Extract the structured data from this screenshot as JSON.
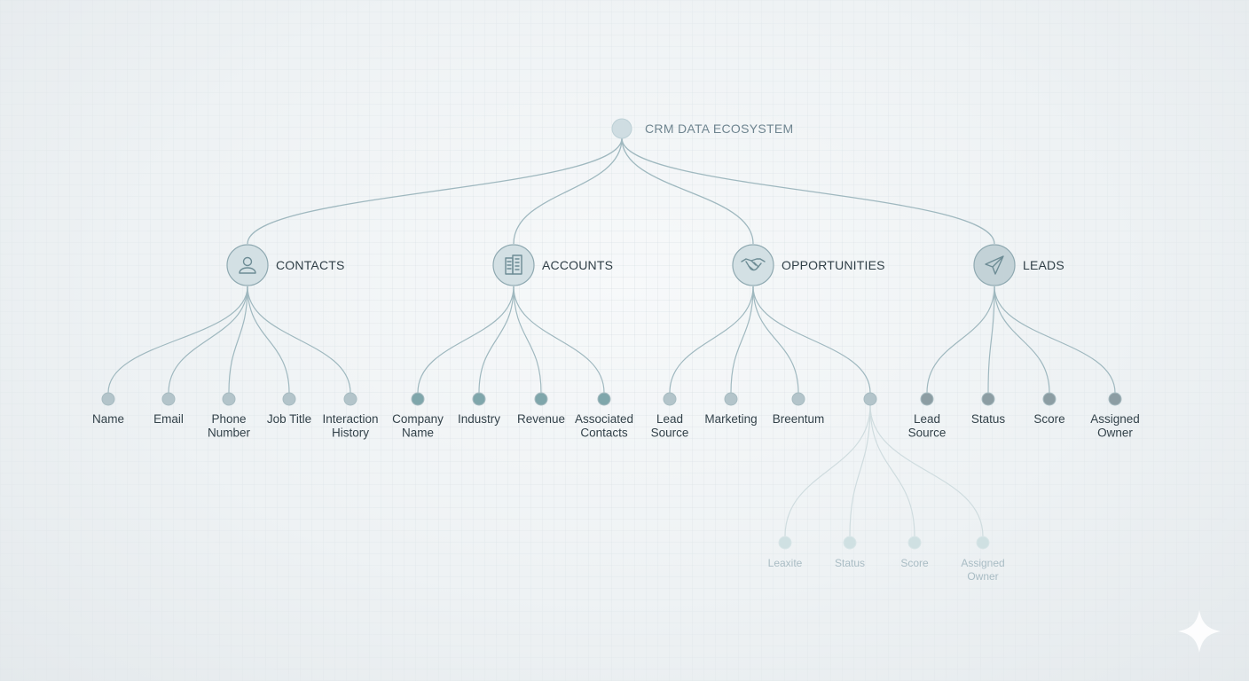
{
  "root": {
    "id": "root",
    "label": "CRM DATA ECOSYSTEM"
  },
  "categories": [
    {
      "id": "contacts",
      "label": "CONTACTS",
      "icon": "person-icon",
      "fields": [
        {
          "label": [
            "Name"
          ]
        },
        {
          "label": [
            "Email"
          ]
        },
        {
          "label": [
            "Phone",
            "Number"
          ]
        },
        {
          "label": [
            "Job Title"
          ]
        },
        {
          "label": [
            "Interaction",
            "History"
          ]
        }
      ]
    },
    {
      "id": "accounts",
      "label": "ACCOUNTS",
      "icon": "building-icon",
      "fields": [
        {
          "label": [
            "Company",
            "Name"
          ]
        },
        {
          "label": [
            "Industry"
          ]
        },
        {
          "label": [
            "Revenue"
          ]
        },
        {
          "label": [
            "Associated",
            "Contacts"
          ]
        }
      ]
    },
    {
      "id": "opportunities",
      "label": "OPPORTUNITIES",
      "icon": "handshake-icon",
      "fields": [
        {
          "label": [
            "Lead",
            "Source"
          ]
        },
        {
          "label": [
            "Marketing"
          ]
        },
        {
          "label": [
            "Breentum"
          ]
        },
        {
          "label": [],
          "children": [
            {
              "label": [
                "Leaxite"
              ]
            },
            {
              "label": [
                "Status"
              ]
            },
            {
              "label": [
                "Score"
              ]
            },
            {
              "label": [
                "Assigned",
                "Owner"
              ]
            }
          ]
        }
      ]
    },
    {
      "id": "leads",
      "label": "LEADS",
      "icon": "paper-plane-icon",
      "fields": [
        {
          "label": [
            "Lead",
            "Source"
          ]
        },
        {
          "label": [
            "Status"
          ]
        },
        {
          "label": [
            "Score"
          ]
        },
        {
          "label": [
            "Assigned",
            "Owner"
          ]
        }
      ]
    }
  ],
  "colors": {
    "edge": "#9fb8bf",
    "edge_faded": "#cfdcdf",
    "root_node": "#cfdde2",
    "cat_fill": "#d3e0e4",
    "cat_fill_dark": "#c3d2d7",
    "cat_stroke": "#8fa9b1",
    "icon": "#6d8c95",
    "leaf_light": "#b3c4ca",
    "leaf_teal": "#7fa6ab",
    "leaf_dark": "#8c9da3",
    "leaf_faded": "#cfe0e2",
    "sparkle": "#ffffff"
  }
}
